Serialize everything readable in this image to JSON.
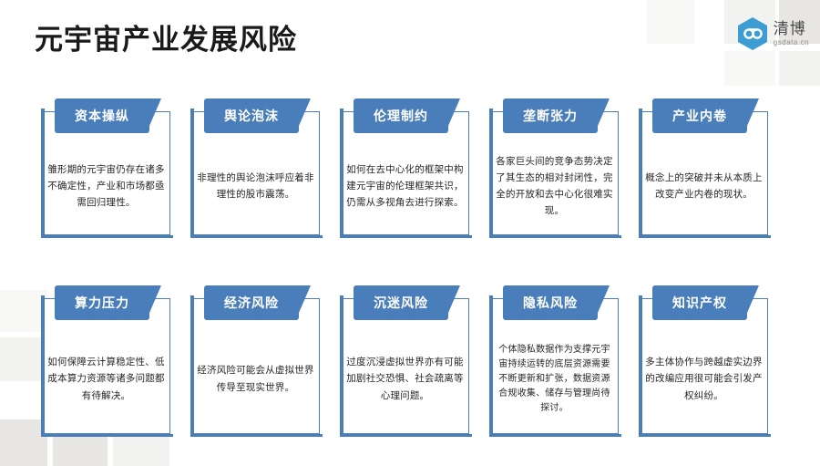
{
  "header": {
    "title": "元宇宙产业发展风险",
    "brand_name": "清博",
    "brand_domain": "gsdata.cn"
  },
  "theme": {
    "accent_blue": "#4A7EBB",
    "card_background": "#FFFFFF",
    "title_color": "#1A1A1A",
    "body_text_color": "#262626",
    "page_background": "#FFFFFF"
  },
  "cards": [
    {
      "title": "资本操纵",
      "text": "雏形期的元宇宙仍存在诸多不确定性，产业和市场都亟需回归理性。"
    },
    {
      "title": "舆论泡沫",
      "text": "非理性的舆论泡沫呼应着非理性的股市震荡。"
    },
    {
      "title": "伦理制约",
      "text": "如何在去中心化的框架中构建元宇宙的伦理框架共识，仍需从多视角去进行探索。"
    },
    {
      "title": "垄断张力",
      "text": "各家巨头间的竞争态势决定了其生态的相对封闭性，完全的开放和去中心化很难实现。"
    },
    {
      "title": "产业内卷",
      "text": "概念上的突破并未从本质上改变产业内卷的现状。"
    },
    {
      "title": "算力压力",
      "text": "如何保障云计算稳定性、低成本算力资源等诸多问题都有待解决。"
    },
    {
      "title": "经济风险",
      "text": "经济风险可能会从虚拟世界传导至现实世界。"
    },
    {
      "title": "沉迷风险",
      "text": "过度沉浸虚拟世界亦有可能加剧社交恐惧、社会疏离等心理问题。"
    },
    {
      "title": "隐私风险",
      "text": "个体隐私数据作为支撑元宇宙持续运转的底层资源需要不断更新和扩张，数据资源合规收集、储存与管理尚待探讨。"
    },
    {
      "title": "知识产权",
      "text": "多主体协作与跨越虚实边界的改编应用很可能会引发产权纠纷。"
    }
  ]
}
